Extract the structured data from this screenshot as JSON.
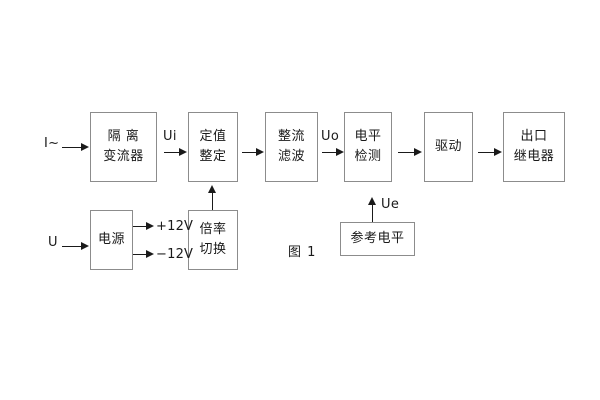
{
  "figure": {
    "caption": "图 1",
    "background_color": "#ffffff",
    "box_border_color": "#8c8c8c",
    "line_color": "#1a1a1a"
  },
  "inputs": {
    "current": "I~",
    "voltage": "U"
  },
  "signals": {
    "ui": "Ui",
    "uo": "Uo",
    "ue": "Ue"
  },
  "power_rails": {
    "positive": "+12V",
    "negative": "−12V"
  },
  "blocks": [
    {
      "id": "isolation-transformer",
      "line1": "隔 离",
      "line2": "变流器"
    },
    {
      "id": "setting-adjust",
      "line1": "定值",
      "line2": "整定"
    },
    {
      "id": "rectify-filter",
      "line1": "整流",
      "line2": "滤波"
    },
    {
      "id": "level-detect",
      "line1": "电平",
      "line2": "检测"
    },
    {
      "id": "driver",
      "line1": "驱动",
      "line2": ""
    },
    {
      "id": "output-relay",
      "line1": "出口",
      "line2": "继电器"
    },
    {
      "id": "power-supply",
      "line1": "电源",
      "line2": ""
    },
    {
      "id": "multiplier-switch",
      "line1": "倍率",
      "line2": "切换"
    },
    {
      "id": "reference-level",
      "line1": "参考电平",
      "line2": ""
    }
  ]
}
